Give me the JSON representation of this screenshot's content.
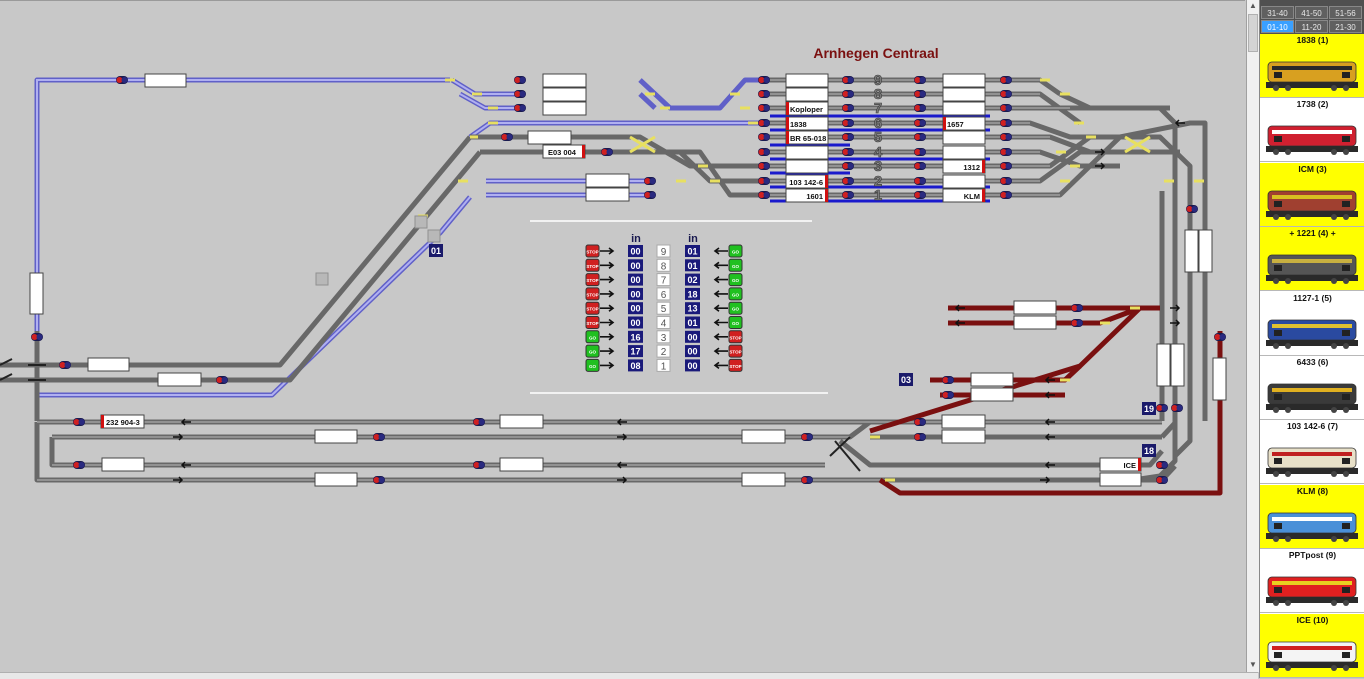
{
  "station": {
    "title": "Arnhegen Centraal"
  },
  "block_labels": {
    "upper_left": "E03 004",
    "bottom_left": "232 904-3",
    "bottom_right": "ICE"
  },
  "platform": {
    "numbers": [
      "9",
      "8",
      "7",
      "6",
      "5",
      "4",
      "3",
      "2",
      "1"
    ],
    "west_occupants": [
      "",
      "",
      "Koploper",
      "1838",
      "BR 65-018",
      "",
      "",
      "103 142-6",
      "1601"
    ],
    "east_occupants": [
      "",
      "",
      "",
      "1657",
      "",
      "",
      "1312",
      "",
      "KLM"
    ]
  },
  "block_numbers": {
    "b01": "01",
    "b03": "03",
    "b18": "18",
    "b19": "19"
  },
  "panel": {
    "header_in_left": "in",
    "header_in_right": "in",
    "rows": [
      {
        "track": "9",
        "left_signal": "STOP",
        "left_count": "00",
        "right_count": "01",
        "right_signal": "GO"
      },
      {
        "track": "8",
        "left_signal": "STOP",
        "left_count": "00",
        "right_count": "01",
        "right_signal": "GO"
      },
      {
        "track": "7",
        "left_signal": "STOP",
        "left_count": "00",
        "right_count": "02",
        "right_signal": "GO"
      },
      {
        "track": "6",
        "left_signal": "STOP",
        "left_count": "00",
        "right_count": "18",
        "right_signal": "GO"
      },
      {
        "track": "5",
        "left_signal": "STOP",
        "left_count": "00",
        "right_count": "13",
        "right_signal": "GO"
      },
      {
        "track": "4",
        "left_signal": "STOP",
        "left_count": "00",
        "right_count": "01",
        "right_signal": "GO"
      },
      {
        "track": "3",
        "left_signal": "GO",
        "left_count": "16",
        "right_count": "00",
        "right_signal": "STOP"
      },
      {
        "track": "2",
        "left_signal": "GO",
        "left_count": "17",
        "right_count": "00",
        "right_signal": "STOP"
      },
      {
        "track": "1",
        "left_signal": "GO",
        "left_count": "08",
        "right_count": "00",
        "right_signal": "STOP"
      }
    ]
  },
  "loco_panel": {
    "tabs_top": [
      "31-40",
      "41-50",
      "51-56"
    ],
    "tabs_bottom": [
      "01-10",
      "11-20",
      "21-30"
    ],
    "active_tab": "01-10",
    "locos": [
      {
        "name": "1838 (1)",
        "bg": "#ffff00",
        "body": "#d8a020",
        "stripe": "#2a2a2a"
      },
      {
        "name": "1738 (2)",
        "bg": "#ffffff",
        "body": "#d02030",
        "stripe": "#ffffff"
      },
      {
        "name": "ICM (3)",
        "bg": "#ffff00",
        "body": "#a04030",
        "stripe": "#d8c020"
      },
      {
        "name": "+ 1221 (4) +",
        "bg": "#ffff00",
        "body": "#555555",
        "stripe": "#c8b040"
      },
      {
        "name": "1127-1 (5)",
        "bg": "#ffffff",
        "body": "#2a4aa0",
        "stripe": "#e0c030"
      },
      {
        "name": "6433 (6)",
        "bg": "#ffffff",
        "body": "#3a3a3a",
        "stripe": "#e0b020"
      },
      {
        "name": "103 142-6 (7)",
        "bg": "#ffffff",
        "body": "#e8e0c8",
        "stripe": "#c02020"
      },
      {
        "name": "KLM (8)",
        "bg": "#ffff00",
        "body": "#4a90d8",
        "stripe": "#ffffff"
      },
      {
        "name": "PPTpost (9)",
        "bg": "#ffffff",
        "body": "#e02020",
        "stripe": "#e8d020"
      },
      {
        "name": "ICE (10)",
        "bg": "#ffff00",
        "body": "#f4f4f4",
        "stripe": "#d02020"
      }
    ]
  },
  "colors": {
    "track": "#777777",
    "blue_track": "#7f7fe0",
    "red_track": "#7a1a1a",
    "background": "#c8c8c8"
  }
}
